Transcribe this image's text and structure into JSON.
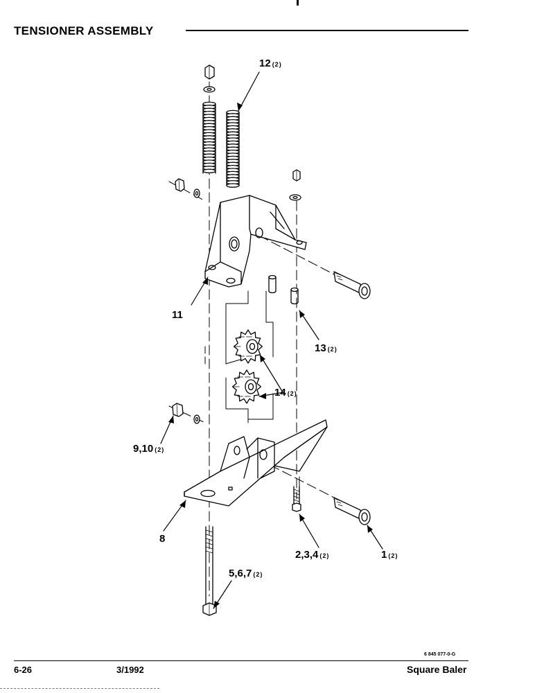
{
  "page": {
    "title": "TENSIONER ASSEMBLY",
    "part_code": "6 845 077-0-G",
    "footer": {
      "page_number": "6-26",
      "date": "3/1992",
      "product": "Square Baler"
    }
  },
  "callouts": [
    {
      "id": "12",
      "label": "12",
      "qty": "(2)"
    },
    {
      "id": "11",
      "label": "11",
      "qty": ""
    },
    {
      "id": "13",
      "label": "13",
      "qty": "(2)"
    },
    {
      "id": "14",
      "label": "14",
      "qty": "(2)"
    },
    {
      "id": "9-10",
      "label": "9,10",
      "qty": "(2)"
    },
    {
      "id": "8",
      "label": "8",
      "qty": ""
    },
    {
      "id": "2-3-4",
      "label": "2,3,4",
      "qty": "(2)"
    },
    {
      "id": "1",
      "label": "1",
      "qty": "(2)"
    },
    {
      "id": "5-6-7",
      "label": "5,6,7",
      "qty": "(2)"
    }
  ]
}
